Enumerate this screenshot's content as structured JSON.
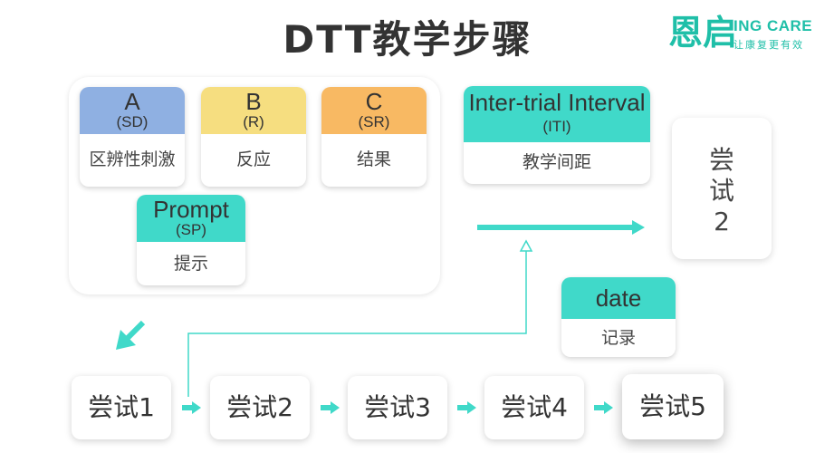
{
  "title": "DTT教学步骤",
  "logo": {
    "mark": "恩启",
    "name": "ING CARE",
    "slogan": "让康复更有效"
  },
  "cards": {
    "a": {
      "letter": "A",
      "abbr": "(SD)",
      "label": "区辨性刺激",
      "color": "#8fb0e2"
    },
    "b": {
      "letter": "B",
      "abbr": "(R)",
      "label": "反应",
      "color": "#f6de80"
    },
    "c": {
      "letter": "C",
      "abbr": "(SR)",
      "label": "结果",
      "color": "#f8b963"
    },
    "prompt": {
      "letter": "Prompt",
      "abbr": "(SP)",
      "label": "提示",
      "color": "#40d9c9"
    },
    "iti": {
      "letter": "Inter-trial Interval",
      "abbr": "(ITI)",
      "label": "教学间距",
      "color": "#40d9c9"
    },
    "date": {
      "letter": "date",
      "label": "记录",
      "color": "#40d9c9"
    }
  },
  "next_trial": {
    "line1": "尝",
    "line2": "试",
    "line3": "2"
  },
  "trials": [
    "尝试1",
    "尝试2",
    "尝试3",
    "尝试4",
    "尝试5"
  ]
}
